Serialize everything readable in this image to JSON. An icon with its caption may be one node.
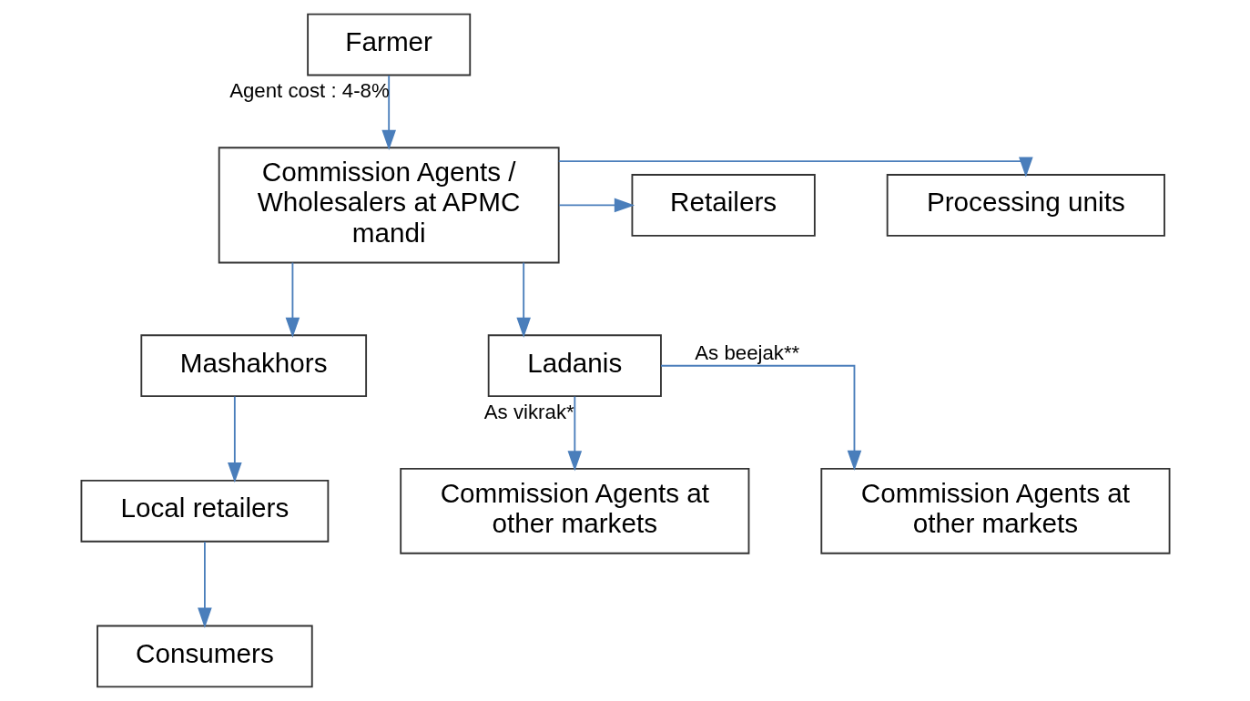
{
  "diagram": {
    "nodes": [
      {
        "text": [
          "Farmer"
        ]
      },
      {
        "text": [
          "Commission Agents / Wholesalers at APMC mandi"
        ]
      },
      {
        "text": [
          "Processing units"
        ]
      },
      {
        "text": [
          "Retailers"
        ]
      },
      {
        "text": [
          "Mashakhors"
        ]
      },
      {
        "text": [
          "Ladanis"
        ]
      },
      {
        "text": [
          "Local retailers"
        ]
      },
      {
        "text": [
          "Consumers"
        ]
      },
      {
        "text": [
          "Commission Agents at other markets"
        ]
      },
      {
        "text": [
          "Commission Agents at other markets"
        ]
      }
    ],
    "edges": [
      {
        "from": 0,
        "to": 1,
        "arrow": "to",
        "label": "Agent cost : 4-8%"
      },
      {
        "from": 1,
        "to": 2,
        "arrow": "to"
      },
      {
        "from": 1,
        "to": 3,
        "arrow": "to"
      },
      {
        "from": 1,
        "to": 4,
        "arrow": "to"
      },
      {
        "from": 1,
        "to": 5,
        "arrow": "to"
      },
      {
        "from": 4,
        "to": 6,
        "arrow": "to"
      },
      {
        "from": 6,
        "to": 7,
        "arrow": "to"
      },
      {
        "from": 5,
        "to": 8,
        "arrow": "to",
        "label": "As vikrak*"
      },
      {
        "from": 5,
        "to": 9,
        "arrow": "to",
        "label": "As beejak**"
      }
    ]
  }
}
